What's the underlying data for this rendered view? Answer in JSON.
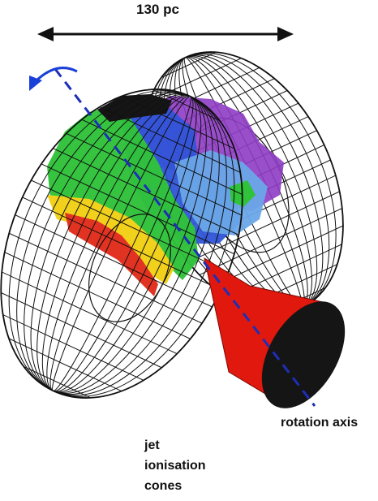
{
  "labels": {
    "scale": "130 pc",
    "axis": "rotation axis",
    "jet_line1": "jet",
    "jet_line2": "ionisation",
    "jet_line3": "cones"
  },
  "colors": {
    "axis": "#1d2fb8",
    "arrow": "#1a40d8",
    "cone": "#e0180e",
    "cone_base": "#151515",
    "wire": "#111111",
    "cloud_green": "#2fc23a",
    "cloud_yellow": "#f2d11c",
    "cloud_red": "#e23322",
    "cloud_blue": "#2f54d8",
    "cloud_lightblue": "#6aa6e8",
    "cloud_purple": "#8e3bc4"
  }
}
